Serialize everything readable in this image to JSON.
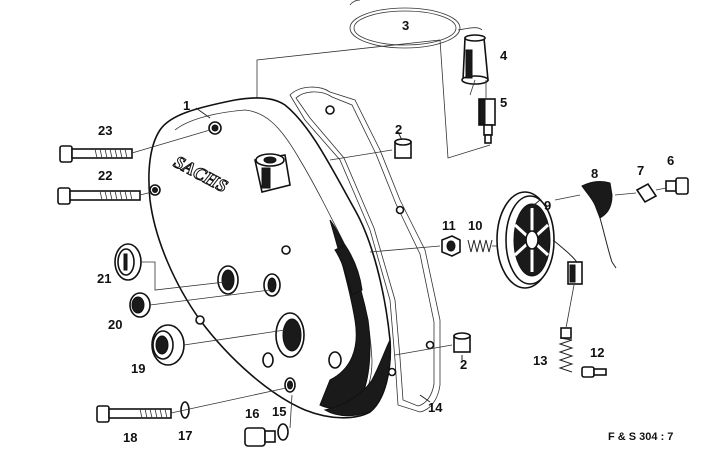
{
  "diagram": {
    "reference": "F & S 304 : 7",
    "logo_text": "SACHS",
    "labels": [
      {
        "id": "p1",
        "text": "1"
      },
      {
        "id": "p2a",
        "text": "2"
      },
      {
        "id": "p2b",
        "text": "2"
      },
      {
        "id": "p3",
        "text": "3"
      },
      {
        "id": "p4",
        "text": "4"
      },
      {
        "id": "p5",
        "text": "5"
      },
      {
        "id": "p6",
        "text": "6"
      },
      {
        "id": "p7",
        "text": "7"
      },
      {
        "id": "p8",
        "text": "8"
      },
      {
        "id": "p9",
        "text": "9"
      },
      {
        "id": "p10",
        "text": "10"
      },
      {
        "id": "p11",
        "text": "11"
      },
      {
        "id": "p12",
        "text": "12"
      },
      {
        "id": "p13",
        "text": "13"
      },
      {
        "id": "p14",
        "text": "14"
      },
      {
        "id": "p15",
        "text": "15"
      },
      {
        "id": "p16",
        "text": "16"
      },
      {
        "id": "p17",
        "text": "17"
      },
      {
        "id": "p18",
        "text": "18"
      },
      {
        "id": "p19",
        "text": "19"
      },
      {
        "id": "p20",
        "text": "20"
      },
      {
        "id": "p21",
        "text": "21"
      },
      {
        "id": "p22",
        "text": "22"
      },
      {
        "id": "p23",
        "text": "23"
      }
    ]
  }
}
